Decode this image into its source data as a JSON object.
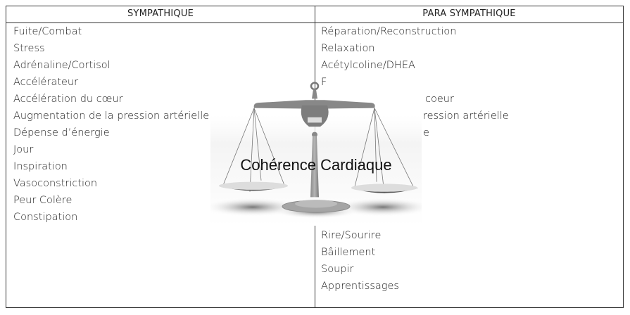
{
  "table": {
    "headers": [
      "SYMPATHIQUE",
      "PARA SYMPATHIQUE"
    ],
    "sympathique": [
      "Fuite/Combat",
      "Stress",
      "Adrénaline/Cortisol",
      "Accélérateur",
      "Accélération du cœur",
      "Augmentation de la pression artérielle",
      "Dépense d’énergie",
      "Jour",
      "Inspiration",
      "Vasoconstriction",
      "Peur Colère",
      "Constipation"
    ],
    "parasympathique_visible": {
      "top": [
        "Réparation/Reconstruction",
        "Relaxation",
        "Acétylcoline/DHEA",
        "F"
      ],
      "fragments": [
        "coeur",
        "ression artérielle",
        "e"
      ],
      "bottom": [
        "Rire/Sourire",
        "Bâillement",
        "Soupir",
        "Apprentissages"
      ]
    }
  },
  "overlay": {
    "caption": "Cohérence Cardiaque",
    "icon": "balance-scale-icon"
  }
}
